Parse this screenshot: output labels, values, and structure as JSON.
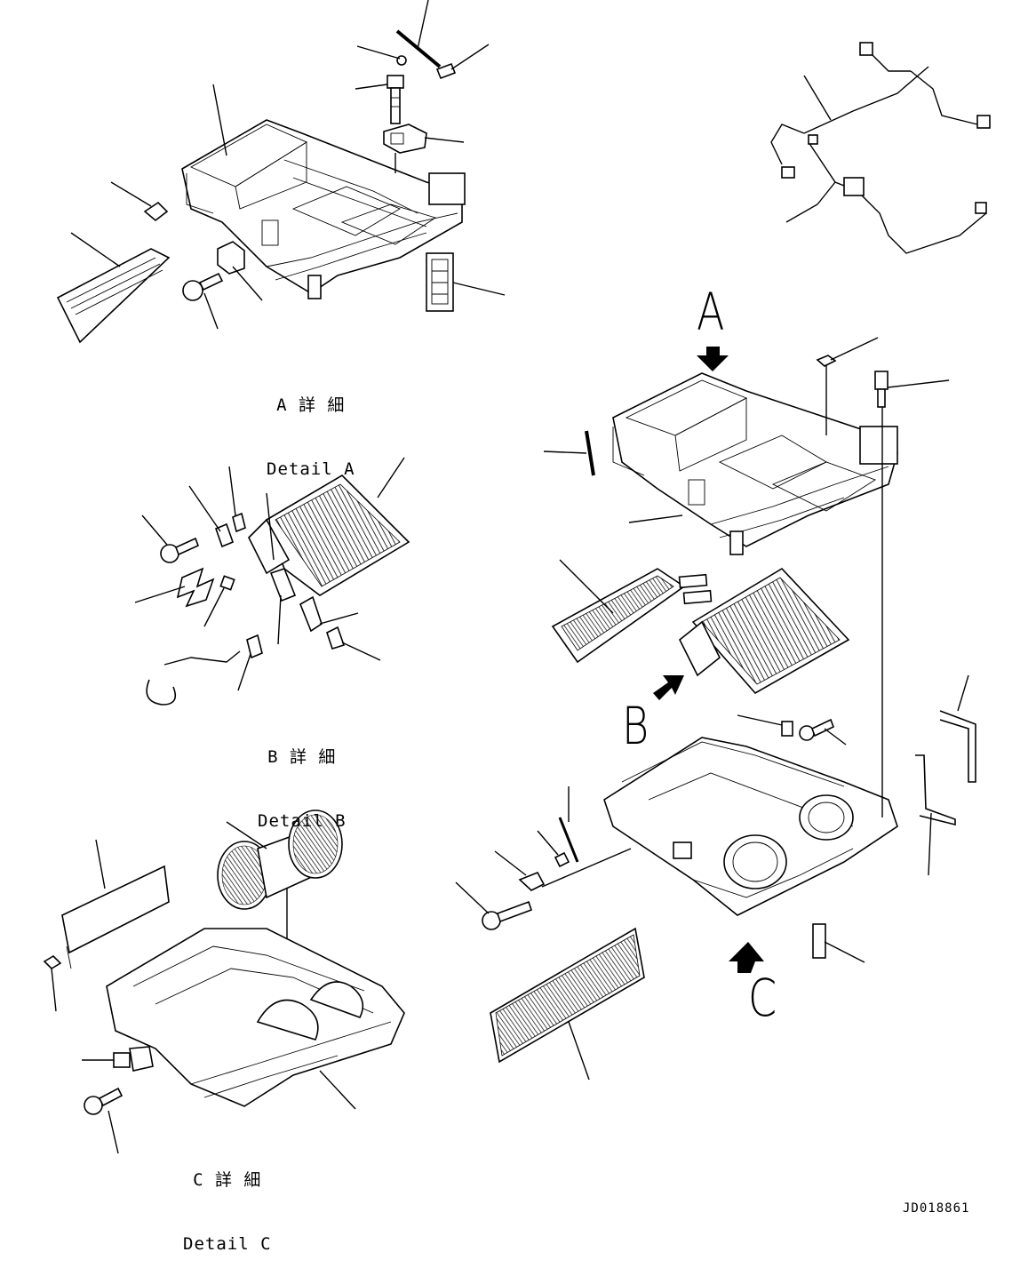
{
  "details": {
    "a": {
      "jp": "A 詳 細",
      "en": "Detail A"
    },
    "b": {
      "jp": "B 詳 細",
      "en": "Detail B"
    },
    "c": {
      "jp": "C 詳 細",
      "en": "Detail C"
    }
  },
  "callouts": {
    "a": "A",
    "b": "B",
    "c": "C"
  },
  "doc_id": "JD018861"
}
